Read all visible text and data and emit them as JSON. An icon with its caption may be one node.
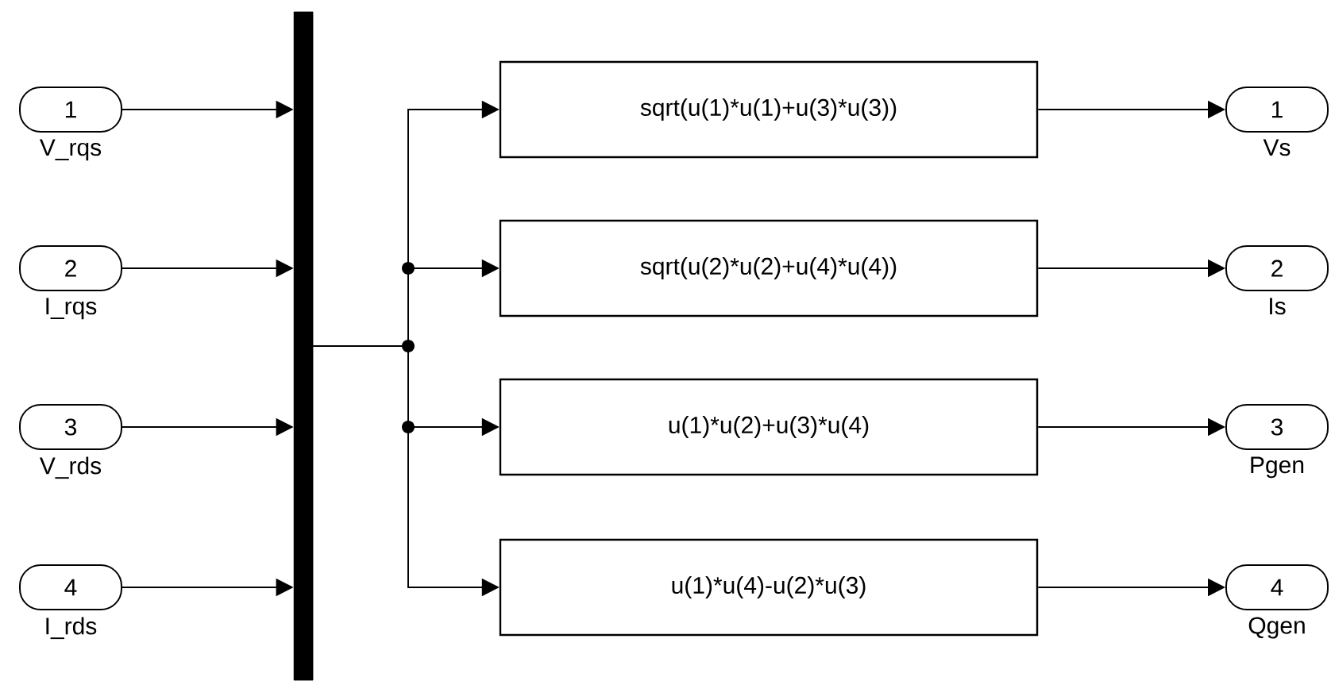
{
  "diagram": {
    "nodes": [
      {
        "text": [
          "1"
        ],
        "beside": [
          "V_rqs"
        ]
      },
      {
        "text": [
          "2"
        ],
        "beside": [
          "I_rqs"
        ]
      },
      {
        "text": [
          "3"
        ],
        "beside": [
          "V_rds"
        ]
      },
      {
        "text": [
          "4"
        ],
        "beside": [
          "I_rds"
        ]
      },
      {
        "text": [],
        "shape": "bar"
      },
      {
        "text": [
          "sqrt(u(1)*u(1)+u(3)*u(3))"
        ]
      },
      {
        "text": [
          "sqrt(u(2)*u(2)+u(4)*u(4))"
        ]
      },
      {
        "text": [
          "u(1)*u(2)+u(3)*u(4)"
        ]
      },
      {
        "text": [
          "u(1)*u(4)-u(2)*u(3)"
        ]
      },
      {
        "text": [
          "1"
        ],
        "beside": [
          "Vs"
        ]
      },
      {
        "text": [
          "2"
        ],
        "beside": [
          "Is"
        ]
      },
      {
        "text": [
          "3"
        ],
        "beside": [
          "Pgen"
        ]
      },
      {
        "text": [
          "4"
        ],
        "beside": [
          "Qgen"
        ]
      }
    ],
    "edges": [
      {
        "from": 0,
        "to": 4,
        "arrow": "to"
      },
      {
        "from": 1,
        "to": 4,
        "arrow": "to"
      },
      {
        "from": 2,
        "to": 4,
        "arrow": "to"
      },
      {
        "from": 3,
        "to": 4,
        "arrow": "to"
      },
      {
        "from": 4,
        "to": 5,
        "arrow": "to"
      },
      {
        "from": 4,
        "to": 6,
        "arrow": "to"
      },
      {
        "from": 4,
        "to": 7,
        "arrow": "to"
      },
      {
        "from": 4,
        "to": 8,
        "arrow": "to"
      },
      {
        "from": 5,
        "to": 9,
        "arrow": "to"
      },
      {
        "from": 6,
        "to": 10,
        "arrow": "to"
      },
      {
        "from": 7,
        "to": 11,
        "arrow": "to"
      },
      {
        "from": 8,
        "to": 12,
        "arrow": "to"
      }
    ]
  }
}
